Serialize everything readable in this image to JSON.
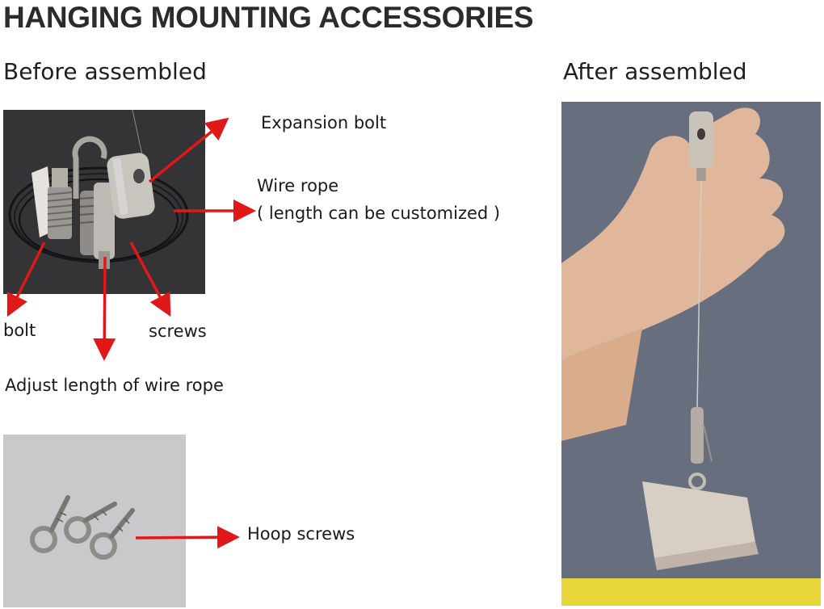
{
  "title": "HANGING MOUNTING ACCESSORIES",
  "before_heading": "Before assembled",
  "after_heading": "After assembled",
  "labels": {
    "expansion_bolt": "Expansion bolt",
    "wire_rope": "Wire rope",
    "wire_rope_note": "( length can be customized )",
    "bolt": "bolt",
    "screws": "screws",
    "adjust_length": "Adjust length of wire rope",
    "hoop_screws": "Hoop screws"
  },
  "colors": {
    "arrow": "#e01818",
    "photo_dark_bg": "#3a3a3c",
    "photo_light_bg": "#c9c9cb",
    "carpet_bg": "#6f7787",
    "metal": "#b7b2ac",
    "base_block": "#d8cfc4",
    "yellow_strip": "#e8d63a"
  }
}
